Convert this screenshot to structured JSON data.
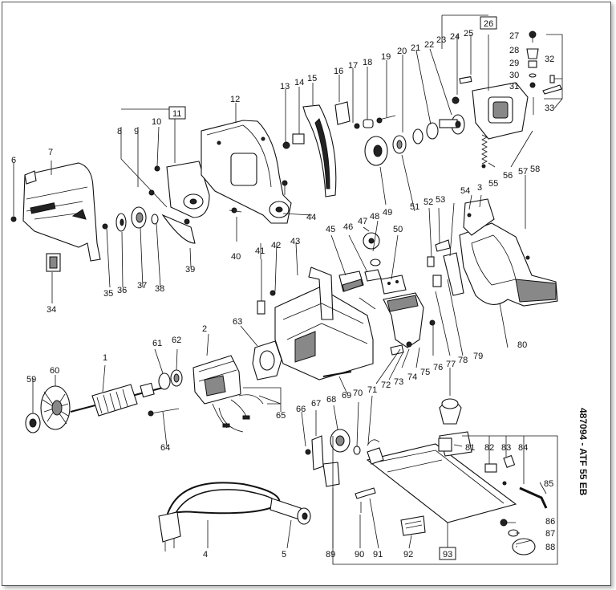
{
  "doc_code": "487094 - ATF 55 EB",
  "groups": [
    "11",
    "26",
    "93"
  ],
  "labels": {
    "l1": "1",
    "l2": "2",
    "l3": "3",
    "l4": "4",
    "l5": "5",
    "l6": "6",
    "l7": "7",
    "l8": "8",
    "l9": "9",
    "l10": "10",
    "l12": "12",
    "l13": "13",
    "l14": "14",
    "l15": "15",
    "l16": "16",
    "l17": "17",
    "l18": "18",
    "l19": "19",
    "l20": "20",
    "l21": "21",
    "l22": "22",
    "l23": "23",
    "l24": "24",
    "l25": "25",
    "l27": "27",
    "l28": "28",
    "l29": "29",
    "l30": "30",
    "l31": "31",
    "l32": "32",
    "l33": "33",
    "l34": "34",
    "l35": "35",
    "l36": "36",
    "l37": "37",
    "l38": "38",
    "l39": "39",
    "l40": "40",
    "l41": "41",
    "l42": "42",
    "l43": "43",
    "l44": "44",
    "l45": "45",
    "l46": "46",
    "l47": "47",
    "l48": "48",
    "l49": "49",
    "l50": "50",
    "l51": "51",
    "l52": "52",
    "l53": "53",
    "l54": "54",
    "l55": "55",
    "l56": "56",
    "l57": "57",
    "l58": "58",
    "l59": "59",
    "l60": "60",
    "l61": "61",
    "l62": "62",
    "l63": "63",
    "l64": "64",
    "l65": "65",
    "l66": "66",
    "l67": "67",
    "l68": "68",
    "l69": "69",
    "l70": "70",
    "l71": "71",
    "l72": "72",
    "l73": "73",
    "l74": "74",
    "l75": "75",
    "l76": "76",
    "l77": "77",
    "l78": "78",
    "l79": "79",
    "l80": "80",
    "l81": "81",
    "l82": "82",
    "l83": "83",
    "l84": "84",
    "l85": "85",
    "l86": "86",
    "l87": "87",
    "l88": "88",
    "l89": "89",
    "l90": "90",
    "l91": "91",
    "l92": "92"
  }
}
